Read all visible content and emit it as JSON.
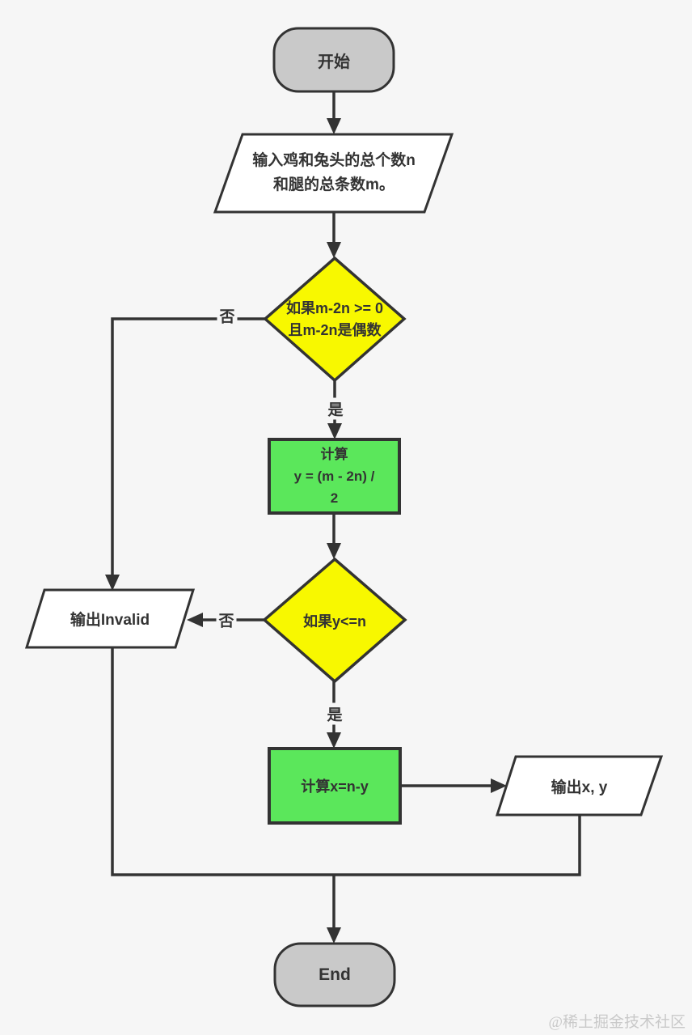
{
  "page": {
    "background": "#f6f6f6",
    "watermark": "@稀土掘金技术社区"
  },
  "colors": {
    "terminal_fill": "#c9c9c9",
    "decision_fill": "#f8f800",
    "process_fill": "#5be75b",
    "io_fill": "#ffffff",
    "stroke": "#333333"
  },
  "nodes": {
    "start": {
      "label": "开始"
    },
    "input": {
      "line1": "输入鸡和兔头的总个数n",
      "line2": "和腿的总条数m。"
    },
    "decision1": {
      "line1": "如果m-2n >= 0",
      "line2": "且m-2n是偶数"
    },
    "process1": {
      "line1": "计算",
      "line2": "y = (m - 2n) /",
      "line3": "2"
    },
    "decision2": {
      "label": "如果y<=n"
    },
    "output_invalid": {
      "label": "输出Invalid"
    },
    "process2": {
      "label": "计算x=n-y"
    },
    "output_xy": {
      "label": "输出x, y"
    },
    "end": {
      "label": "End"
    }
  },
  "edge_labels": {
    "decision1_no": "否",
    "decision1_yes": "是",
    "decision2_no": "否",
    "decision2_yes": "是"
  }
}
